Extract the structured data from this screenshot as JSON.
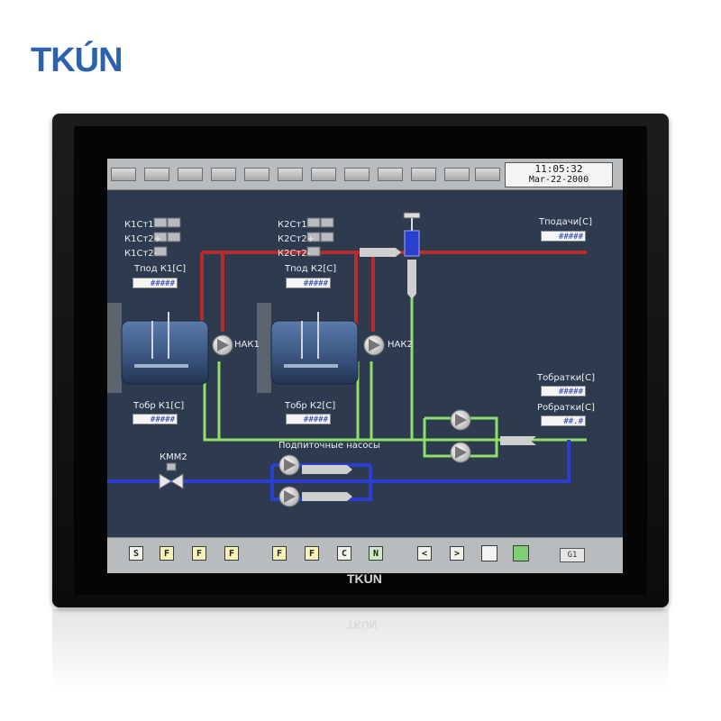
{
  "brand": {
    "logo_text": "TKÚN",
    "bezel_logo": "TKÚN"
  },
  "header": {
    "time": "11:05:32",
    "date": "Mar-22-2000"
  },
  "process": {
    "boiler1": {
      "indicators": [
        "К1Ст1",
        "К1Ст2+",
        "К1Ст2-"
      ],
      "supply_label": "Тпод К1[С]",
      "supply_value": "#####",
      "return_label": "Тобр К1[С]",
      "return_value": "#####"
    },
    "boiler2": {
      "indicators": [
        "К2Ст1",
        "К2Ст2+",
        "К2Ст2-"
      ],
      "supply_label": "Тпод К2[С]",
      "supply_value": "#####",
      "return_label": "Тобр К2[С]",
      "return_value": "#####"
    },
    "pump1_label": "НАК1",
    "pump2_label": "НАК2",
    "valve_label": "КММ2",
    "makeup_pumps_label": "Подпиточные насосы",
    "t_supply_label": "Тподачи[С]",
    "t_supply_value": "#####",
    "t_return_label": "Тобратки[С]",
    "t_return_value": "#####",
    "p_return_label": "Робратки[С]",
    "p_return_value": "##.#"
  },
  "footer": {
    "buttons": [
      "S",
      "F",
      "F",
      "F",
      "F",
      "F",
      "C",
      "N",
      "<",
      ">",
      "",
      ""
    ],
    "page_label": "G1"
  },
  "colors": {
    "screen_bg": "#2e3a4e",
    "hot_pipe": "#b52c2c",
    "return_pipe": "#2a3fd0",
    "green_pipe": "#8fe06a",
    "brand_blue": "#2a62b0"
  }
}
